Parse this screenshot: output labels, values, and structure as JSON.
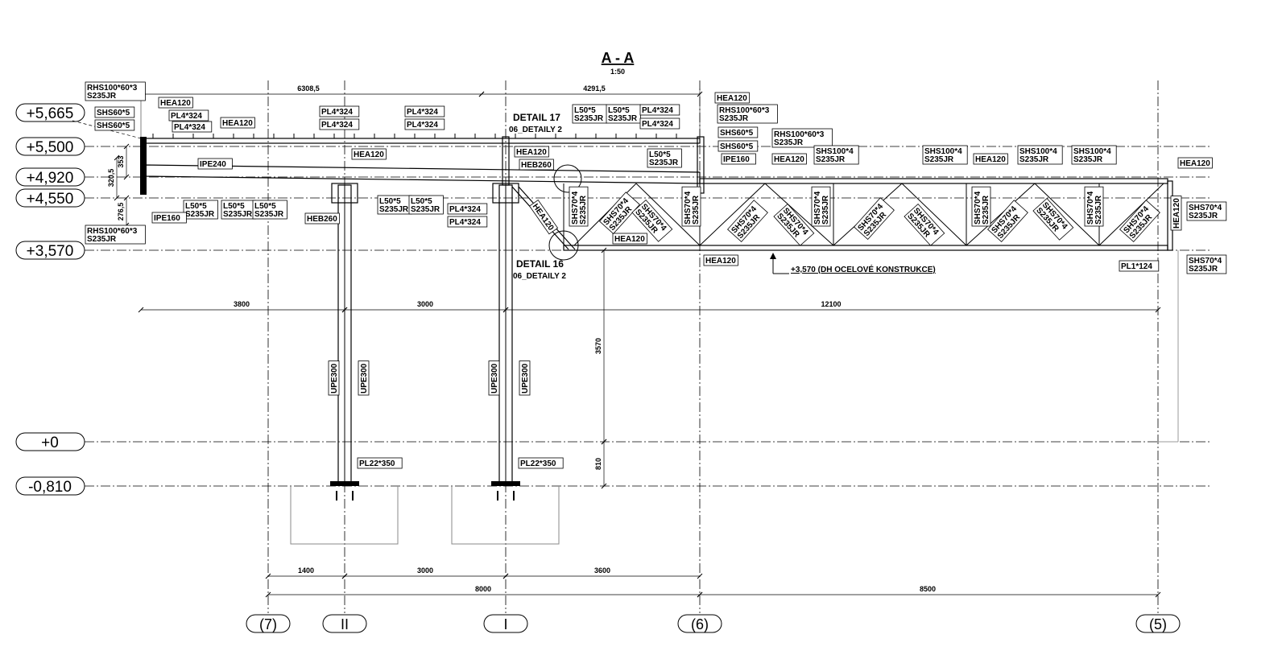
{
  "title": {
    "name": "A - A",
    "scale": "1:50"
  },
  "levels": [
    "+5,665",
    "+5,500",
    "+4,920",
    "+4,550",
    "+3,570",
    "+0",
    "-0,810"
  ],
  "grid_axes": [
    "(7)",
    "II",
    "I",
    "(6)",
    "(5)"
  ],
  "dimensions": {
    "top": [
      "6308,5",
      "4291,5"
    ],
    "middle": [
      "3800",
      "3000",
      "12100"
    ],
    "bottom_row1": [
      "1400",
      "3000",
      "3600"
    ],
    "bottom_row2": [
      "8000",
      "8500"
    ],
    "vertical": [
      "3570",
      "810"
    ],
    "left": [
      "320,5",
      "353",
      "276,5"
    ]
  },
  "labels": [
    {
      "lines": [
        "RHS100*60*3",
        "S235JR"
      ]
    },
    {
      "lines": [
        "SHS60*5"
      ]
    },
    {
      "lines": [
        "SHS60*5"
      ]
    },
    {
      "lines": [
        "HEA120"
      ]
    },
    {
      "lines": [
        "PL4*324"
      ]
    },
    {
      "lines": [
        "PL4*324"
      ]
    },
    {
      "lines": [
        "HEA120"
      ]
    },
    {
      "lines": [
        "PL4*324"
      ]
    },
    {
      "lines": [
        "PL4*324"
      ]
    },
    {
      "lines": [
        "PL4*324"
      ]
    },
    {
      "lines": [
        "PL4*324"
      ]
    },
    {
      "lines": [
        "IPE240"
      ]
    },
    {
      "lines": [
        "HEA120"
      ]
    },
    {
      "lines": [
        "L50*5",
        "S235JR"
      ]
    },
    {
      "lines": [
        "L50*5",
        "S235JR"
      ]
    },
    {
      "lines": [
        "L50*5",
        "S235JR"
      ]
    },
    {
      "lines": [
        "IPE160"
      ]
    },
    {
      "lines": [
        "HEB260"
      ]
    },
    {
      "lines": [
        "RHS100*60*3",
        "S235JR"
      ]
    },
    {
      "lines": [
        "L50*5",
        "S235JR"
      ]
    },
    {
      "lines": [
        "L50*5",
        "S235JR"
      ]
    },
    {
      "lines": [
        "PL4*324"
      ]
    },
    {
      "lines": [
        "PL4*324"
      ]
    },
    {
      "lines": [
        "HEA120"
      ]
    },
    {
      "lines": [
        "HEB260"
      ]
    },
    {
      "lines": [
        "L50*5",
        "S235JR"
      ]
    },
    {
      "lines": [
        "L50*5",
        "S235JR"
      ]
    },
    {
      "lines": [
        "PL4*324"
      ]
    },
    {
      "lines": [
        "PL4*324"
      ]
    },
    {
      "lines": [
        "L50*5",
        "S235JR"
      ]
    },
    {
      "lines": [
        "HEA120"
      ]
    },
    {
      "lines": [
        "RHS100*60*3",
        "S235JR"
      ]
    },
    {
      "lines": [
        "SHS60*5"
      ]
    },
    {
      "lines": [
        "SHS60*5"
      ]
    },
    {
      "lines": [
        "IPE160"
      ]
    },
    {
      "lines": [
        "RHS100*60*3",
        "S235JR"
      ]
    },
    {
      "lines": [
        "HEA120"
      ]
    },
    {
      "lines": [
        "SHS100*4",
        "S235JR"
      ]
    },
    {
      "lines": [
        "SHS100*4",
        "S235JR"
      ]
    },
    {
      "lines": [
        "HEA120"
      ]
    },
    {
      "lines": [
        "SHS100*4",
        "S235JR"
      ]
    },
    {
      "lines": [
        "SHS100*4",
        "S235JR"
      ]
    },
    {
      "lines": [
        "HEA120"
      ]
    },
    {
      "lines": [
        "SHS70*4",
        "S235JR"
      ]
    },
    {
      "lines": [
        "SHS70*4",
        "S235JR"
      ]
    },
    {
      "lines": [
        "PL1*124"
      ]
    },
    {
      "lines": [
        "HEA120"
      ]
    },
    {
      "lines": [
        "HEA120"
      ]
    },
    {
      "lines": [
        "HEA120"
      ]
    },
    {
      "lines": [
        "HEA120"
      ]
    },
    {
      "lines": [
        "SHS70*4",
        "S235JR"
      ]
    },
    {
      "lines": [
        "SHS70*4",
        "S235JR"
      ]
    },
    {
      "lines": [
        "SHS70*4",
        "S235JR"
      ]
    },
    {
      "lines": [
        "SHS70*4",
        "S235JR"
      ]
    },
    {
      "lines": [
        "SHS70*4",
        "S235JR"
      ]
    },
    {
      "lines": [
        "SHS70*4",
        "S235JR"
      ]
    },
    {
      "lines": [
        "SHS70*4",
        "S235JR"
      ]
    },
    {
      "lines": [
        "SHS70*4",
        "S235JR"
      ]
    },
    {
      "lines": [
        "SHS70*4",
        "S235JR"
      ]
    },
    {
      "lines": [
        "SHS70*4",
        "S235JR"
      ]
    },
    {
      "lines": [
        "SHS70*4",
        "S235JR"
      ]
    },
    {
      "lines": [
        "SHS70*4",
        "S235JR"
      ]
    },
    {
      "lines": [
        "SHS70*4",
        "S235JR"
      ]
    },
    {
      "lines": [
        "SHS70*4",
        "S235JR"
      ]
    },
    {
      "lines": [
        "UPE300"
      ]
    },
    {
      "lines": [
        "UPE300"
      ]
    },
    {
      "lines": [
        "UPE300"
      ]
    },
    {
      "lines": [
        "UPE300"
      ]
    },
    {
      "lines": [
        "PL22*350"
      ]
    },
    {
      "lines": [
        "PL22*350"
      ]
    }
  ],
  "details": [
    {
      "title": "DETAIL 17",
      "ref": "06_DETAILY 2"
    },
    {
      "title": "DETAIL 16",
      "ref": "06_DETAILY 2"
    }
  ],
  "note": "+3,570 (DH OCELOVÉ KONSTRUKCE)"
}
